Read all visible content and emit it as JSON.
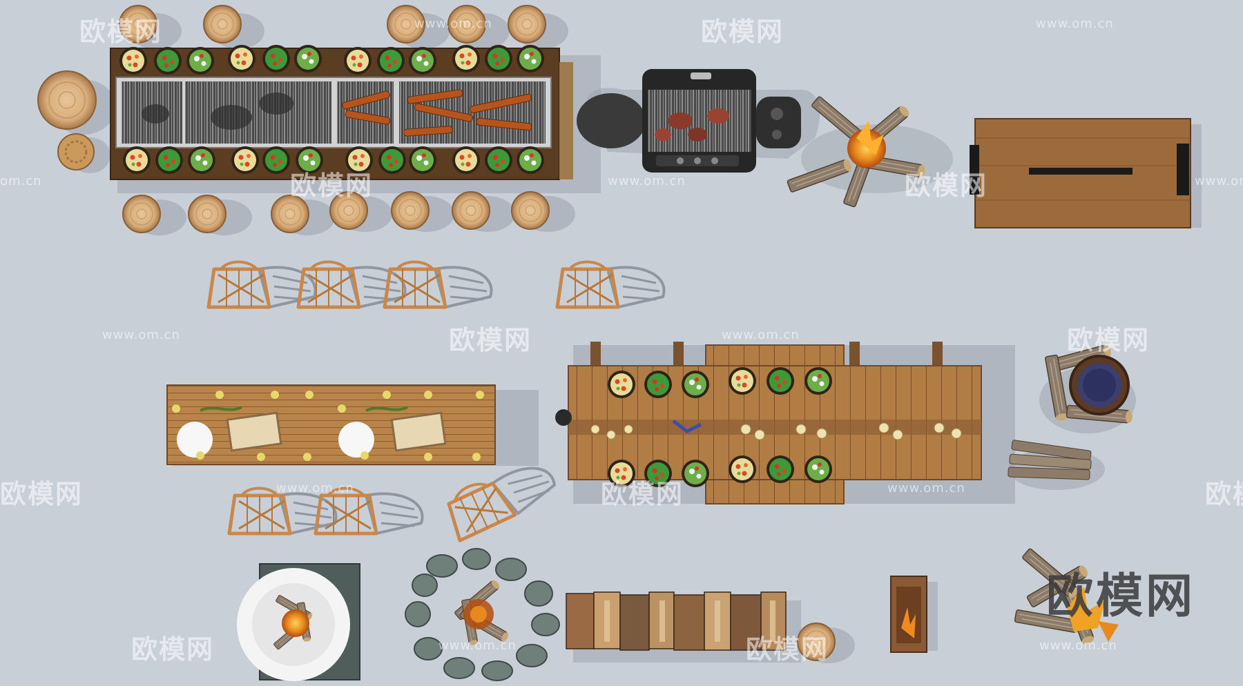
{
  "watermarks": {
    "brand": "欧模网",
    "url": "www.om.cn",
    "url_short": "om.cn"
  },
  "colors": {
    "background": "#c9cfd7",
    "wood_light": "#c4955e",
    "wood_mid": "#a9743f",
    "wood_dark": "#6e4a2b",
    "rattan": "#c9884a",
    "grill_black": "#2b2b2b",
    "fire": "#e8891e",
    "stone": "#6f7f79"
  },
  "scene": {
    "items": [
      "stumps-row-top",
      "long-bbq-grill-with-plates",
      "kettle-gas-grill",
      "campfire-crossed-logs",
      "wooden-fire-table",
      "rattan-chairs-row",
      "dining-table-small",
      "dining-table-large",
      "firepit-round-with-logs",
      "log-pile",
      "round-firepit-on-slab",
      "stone-ring-firepit",
      "split-log-stack",
      "single-log-fire",
      "corner-campfire"
    ]
  }
}
